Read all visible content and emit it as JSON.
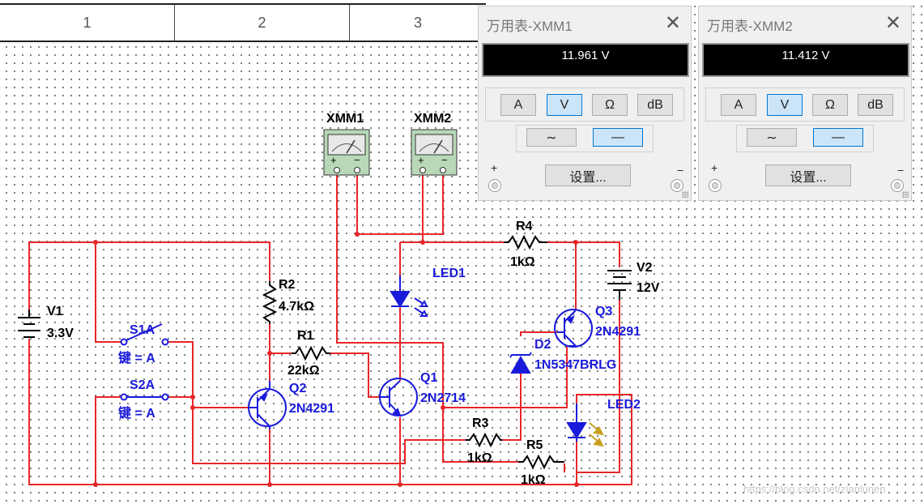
{
  "ruler": {
    "cells": [
      "1",
      "2",
      "3"
    ]
  },
  "instruments": {
    "xmm1_label": "XMM1",
    "xmm2_label": "XMM2"
  },
  "components": {
    "V1": {
      "name": "V1",
      "value": "3.3V"
    },
    "V2": {
      "name": "V2",
      "value": "12V"
    },
    "R1": {
      "name": "R1",
      "value": "22kΩ"
    },
    "R2": {
      "name": "R2",
      "value": "4.7kΩ"
    },
    "R3": {
      "name": "R3",
      "value": "1kΩ"
    },
    "R4": {
      "name": "R4",
      "value": "1kΩ"
    },
    "R5": {
      "name": "R5",
      "value": "1kΩ"
    },
    "Q1": {
      "name": "Q1",
      "model": "2N2714"
    },
    "Q2": {
      "name": "Q2",
      "model": "2N4291"
    },
    "Q3": {
      "name": "Q3",
      "model": "2N4291"
    },
    "D2": {
      "name": "D2",
      "model": "1N5347BRLG"
    },
    "LED1": {
      "name": "LED1"
    },
    "LED2": {
      "name": "LED2"
    },
    "S1A": {
      "name": "S1A",
      "key": "键 = A"
    },
    "S2A": {
      "name": "S2A",
      "key": "键 = A"
    }
  },
  "panels": [
    {
      "title": "万用表-XMM1",
      "reading": "11.961 V",
      "mode_buttons": [
        "A",
        "V",
        "Ω",
        "dB"
      ],
      "active_mode": "V",
      "wave_buttons": [
        "∼",
        "—"
      ],
      "active_wave": "—",
      "settings_label": "设置...",
      "plus": "+",
      "minus": "−"
    },
    {
      "title": "万用表-XMM2",
      "reading": "11.412 V",
      "mode_buttons": [
        "A",
        "V",
        "Ω",
        "dB"
      ],
      "active_mode": "V",
      "wave_buttons": [
        "∼",
        "—"
      ],
      "active_wave": "—",
      "settings_label": "设置...",
      "plus": "+",
      "minus": "−"
    }
  ],
  "watermark": "https://blog.csdn.net/zianlunen",
  "colors": {
    "wire": "#e8262a",
    "component": "#1a1adb",
    "label": "#000000"
  }
}
